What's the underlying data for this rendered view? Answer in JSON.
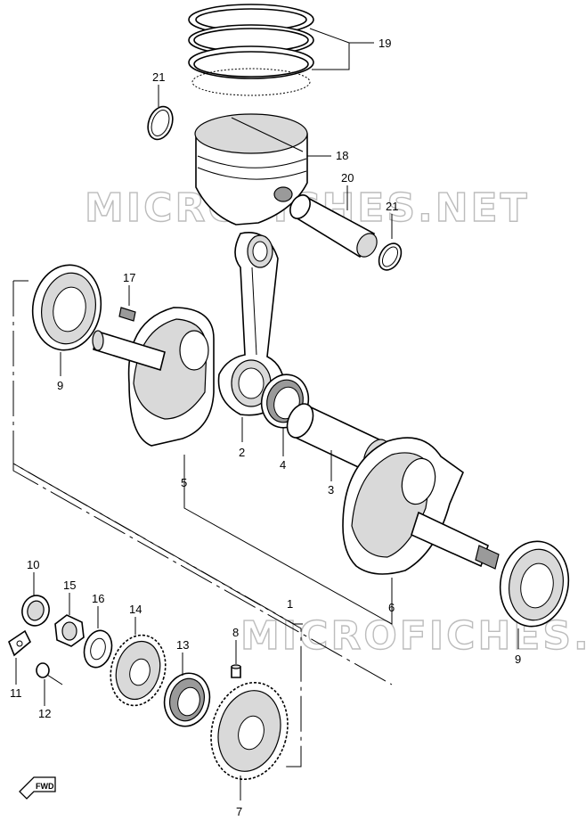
{
  "watermark": {
    "text": "MICROFICHES.NET"
  },
  "fwd_label": "FWD",
  "callouts": {
    "c1": "1",
    "c2": "2",
    "c3": "3",
    "c4": "4",
    "c5": "5",
    "c6": "6",
    "c7": "7",
    "c8": "8",
    "c9a": "9",
    "c9b": "9",
    "c10": "10",
    "c11": "11",
    "c12": "12",
    "c13": "13",
    "c14": "14",
    "c15": "15",
    "c16": "16",
    "c17": "17",
    "c18": "18",
    "c19": "19",
    "c20": "20",
    "c21a": "21",
    "c21b": "21"
  }
}
